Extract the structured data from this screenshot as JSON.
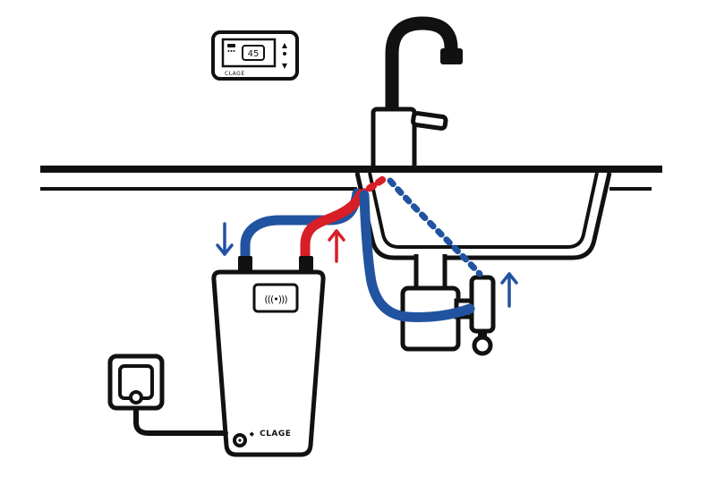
{
  "colors": {
    "cold": "#2153a0",
    "hot": "#d81e26",
    "ink": "#111111"
  },
  "remote_control": {
    "brand": "CLAGE",
    "temperature": "45",
    "up_glyph": "▲",
    "down_glyph": "▼"
  },
  "heater": {
    "brand": "CLAGE",
    "logo_glyph": "◆",
    "wireless_symbol": "(((•)))"
  }
}
